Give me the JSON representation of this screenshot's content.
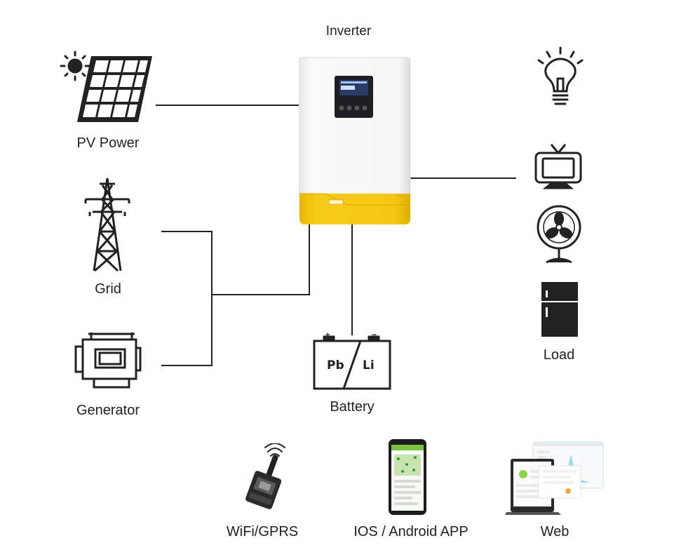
{
  "title": "Inverter",
  "sources": {
    "pv": "PV Power",
    "grid": "Grid",
    "generator": "Generator"
  },
  "battery": {
    "label": "Battery",
    "left_chem": "Pb",
    "right_chem": "Li",
    "plus": "+",
    "minus": "−"
  },
  "load": {
    "label": "Load",
    "icons": [
      "lightbulb-icon",
      "tv-icon",
      "fan-icon",
      "fridge-icon"
    ]
  },
  "monitoring": [
    {
      "label": "WiFi/GPRS",
      "icon": "wifi-module-icon"
    },
    {
      "label": "IOS / Android APP",
      "icon": "phone-app-icon"
    },
    {
      "label": "Web",
      "icon": "web-dashboard-icon"
    }
  ],
  "colors": {
    "inverter_body": "#f4f4f4",
    "inverter_base": "#f5c518",
    "wire": "#222222"
  }
}
